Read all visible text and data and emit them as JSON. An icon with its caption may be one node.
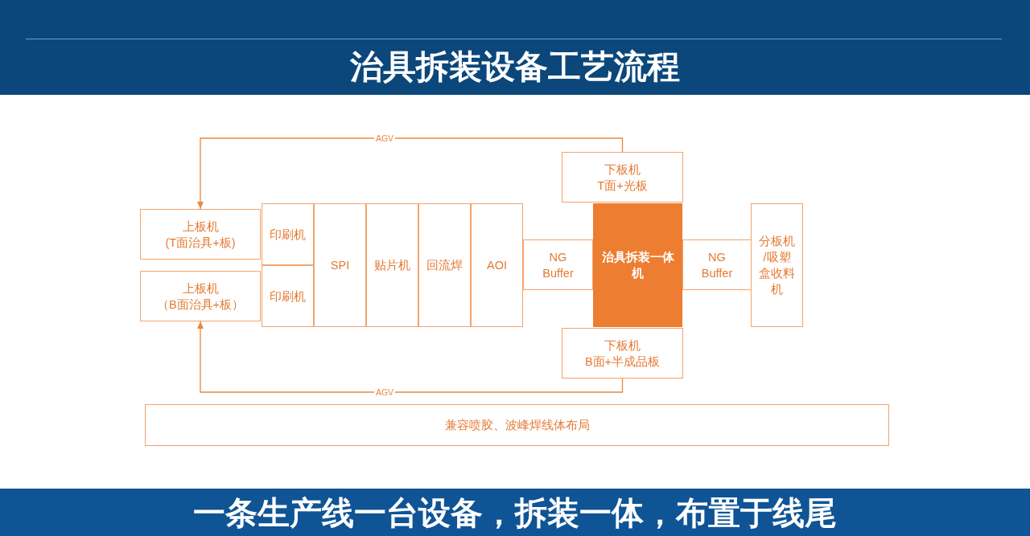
{
  "diagram": {
    "title": "治具拆装设备工艺流程",
    "caption": "一条生产线一台设备，拆装一体，布置于线尾",
    "nodes": [
      {
        "text": [
          "上板机",
          "(T面治具+板)"
        ]
      },
      {
        "text": [
          "上板机",
          "（B面治具+板）"
        ]
      },
      {
        "text": [
          "印刷机"
        ]
      },
      {
        "text": [
          "印刷机"
        ]
      },
      {
        "text": [
          "SPI"
        ]
      },
      {
        "text": [
          "贴片机"
        ]
      },
      {
        "text": [
          "回流焊"
        ]
      },
      {
        "text": [
          "AOI"
        ]
      },
      {
        "text": [
          "NG Buffer"
        ]
      },
      {
        "text": [
          "下板机",
          "T面+光板"
        ]
      },
      {
        "text": [
          "治具拆装一体机"
        ]
      },
      {
        "text": [
          "下板机",
          "B面+半成品板"
        ]
      },
      {
        "text": [
          "NG Buffer"
        ]
      },
      {
        "text": [
          "分板机/吸塑盒收料机"
        ]
      },
      {
        "text": [
          "兼容喷胶、波峰焊线体布局"
        ]
      }
    ],
    "edges": [
      {
        "from": 9,
        "to": 0,
        "arrow": "to",
        "label": "AGV"
      },
      {
        "from": 11,
        "to": 1,
        "arrow": "to",
        "label": "AGV"
      }
    ]
  }
}
